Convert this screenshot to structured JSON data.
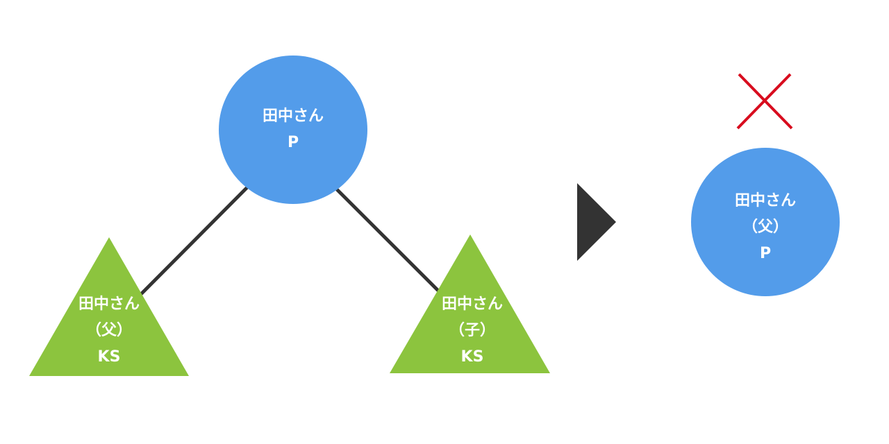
{
  "colors": {
    "circle": "#539CEA",
    "triangle": "#8CC43E",
    "connector": "#333333",
    "arrow": "#333333",
    "cross": "#D80C1E",
    "text": "#FFFFFF"
  },
  "nodes": {
    "top_circle": {
      "line1": "田中さん",
      "line2": "P"
    },
    "left_triangle": {
      "line1": "田中さん",
      "line2": "（父）",
      "line3": "KS"
    },
    "right_triangle": {
      "line1": "田中さん",
      "line2": "（子）",
      "line3": "KS"
    },
    "result_circle": {
      "line1": "田中さん",
      "line2": "（父）",
      "line3": "P"
    }
  },
  "icons": {
    "transition": "triangle-right-arrow-icon",
    "invalid": "cross-mark-icon"
  }
}
